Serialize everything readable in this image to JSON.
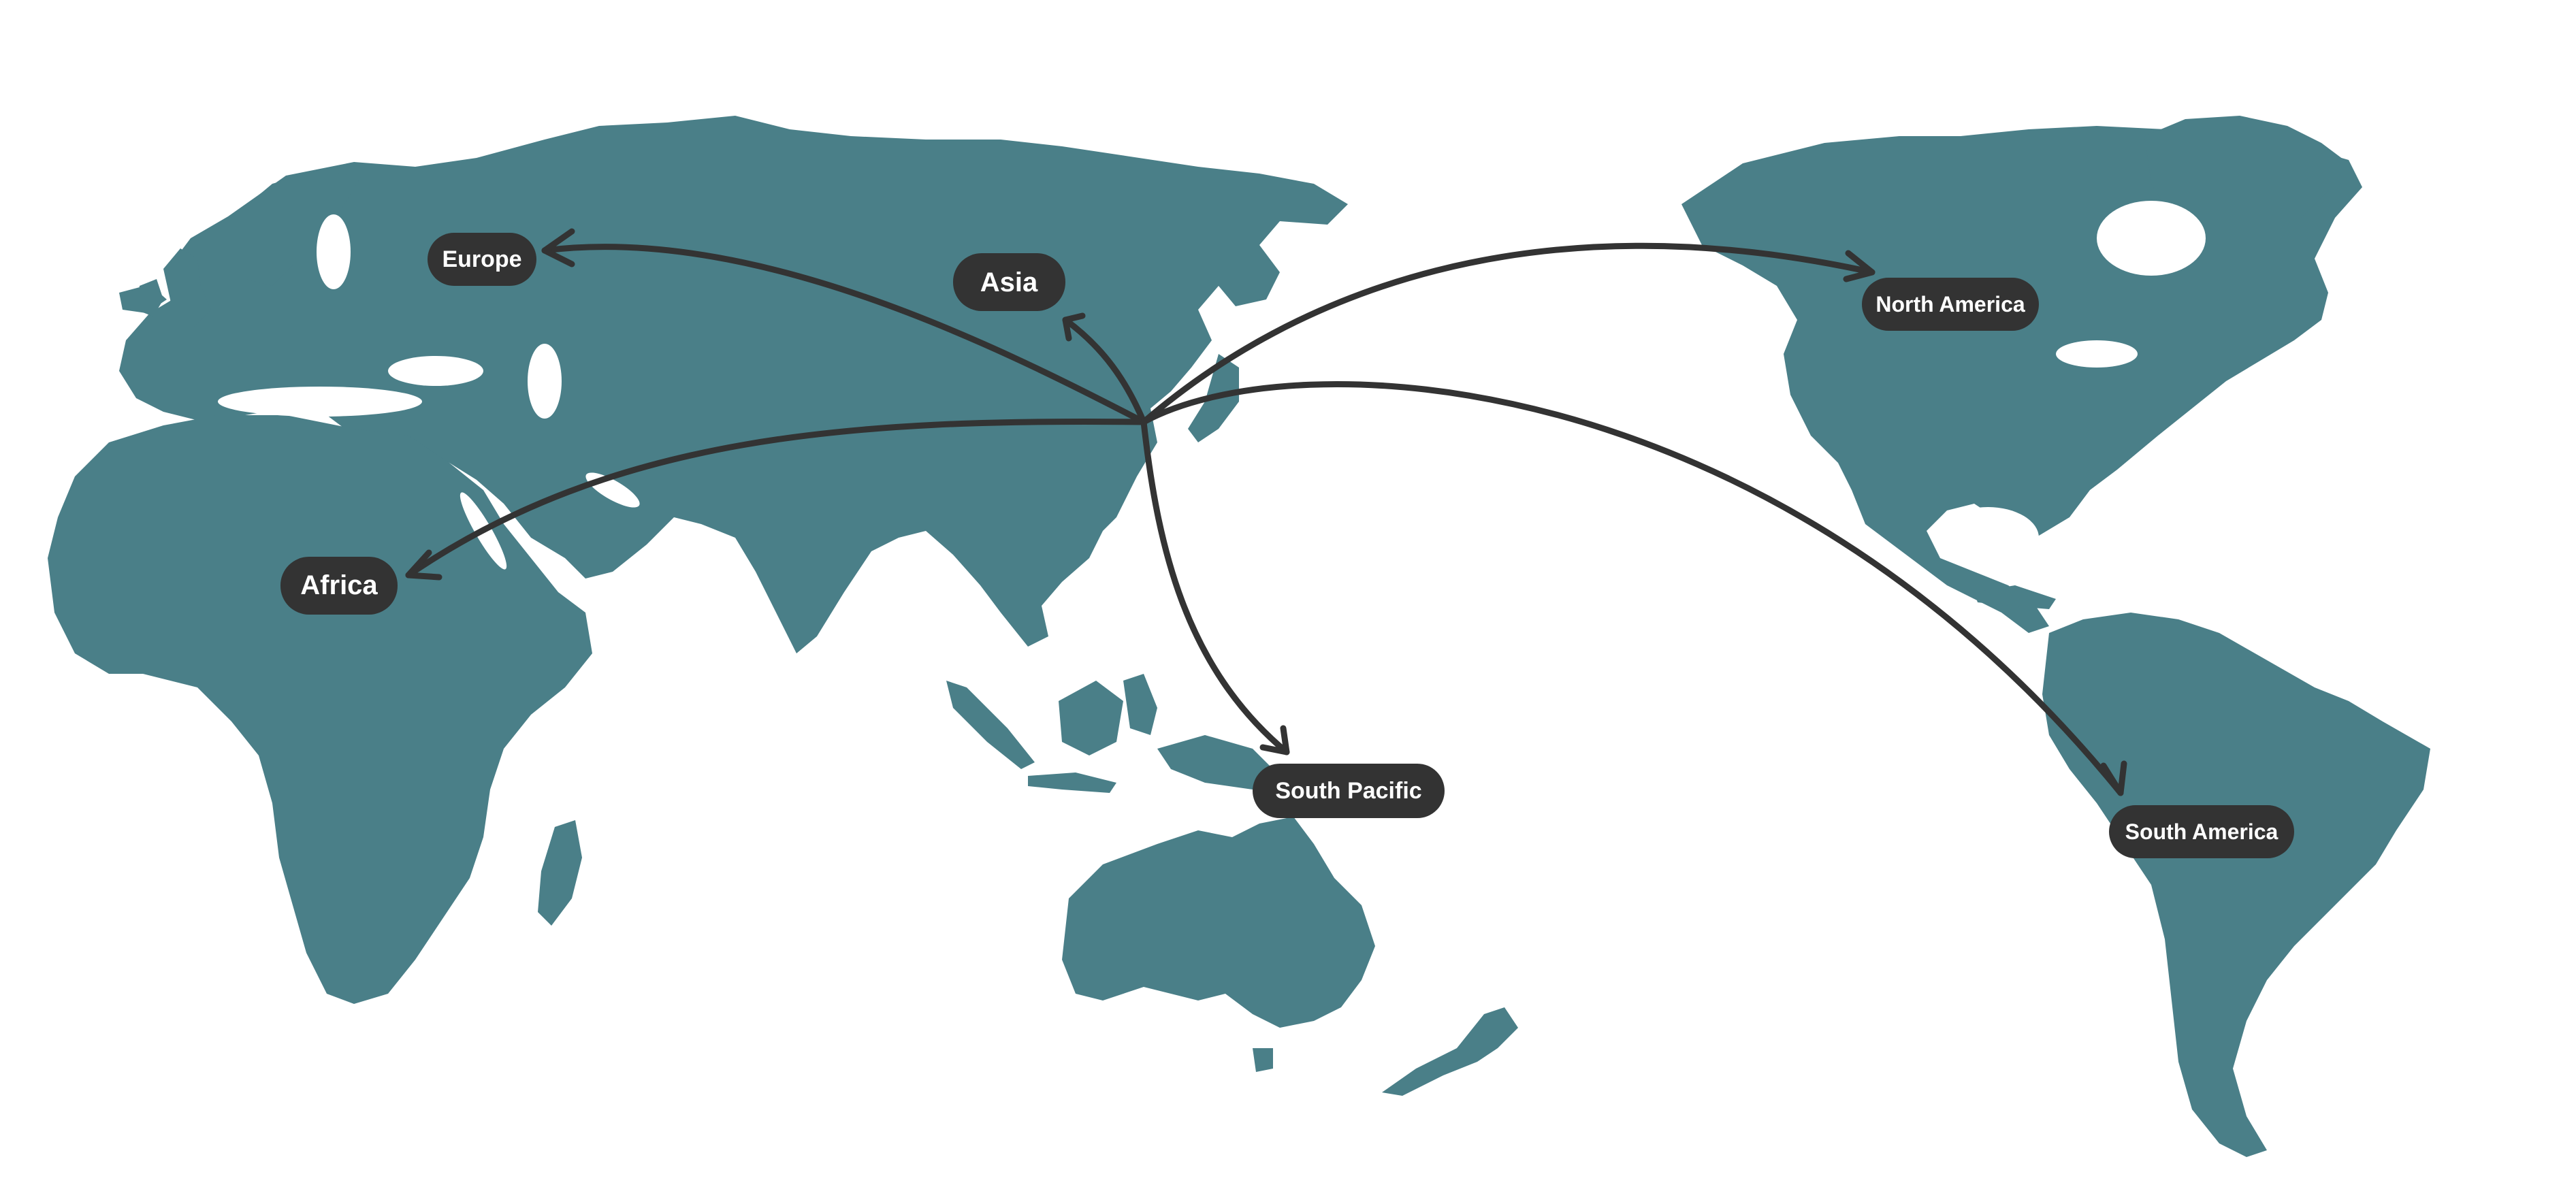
{
  "colors": {
    "land": "#4a7f88",
    "route": "#333333",
    "label_bg": "#333333",
    "label_text": "#ffffff",
    "background": "#ffffff"
  },
  "routes": [
    {
      "from": "origin",
      "to": "Europe"
    },
    {
      "from": "origin",
      "to": "Asia"
    },
    {
      "from": "origin",
      "to": "Africa"
    },
    {
      "from": "origin",
      "to": "North America"
    },
    {
      "from": "origin",
      "to": "South America"
    },
    {
      "from": "origin",
      "to": "South Pacific"
    }
  ],
  "labels": {
    "europe": "Europe",
    "asia": "Asia",
    "africa": "Africa",
    "north_america": "North America",
    "south_america": "South America",
    "south_pacific": "South Pacific"
  }
}
